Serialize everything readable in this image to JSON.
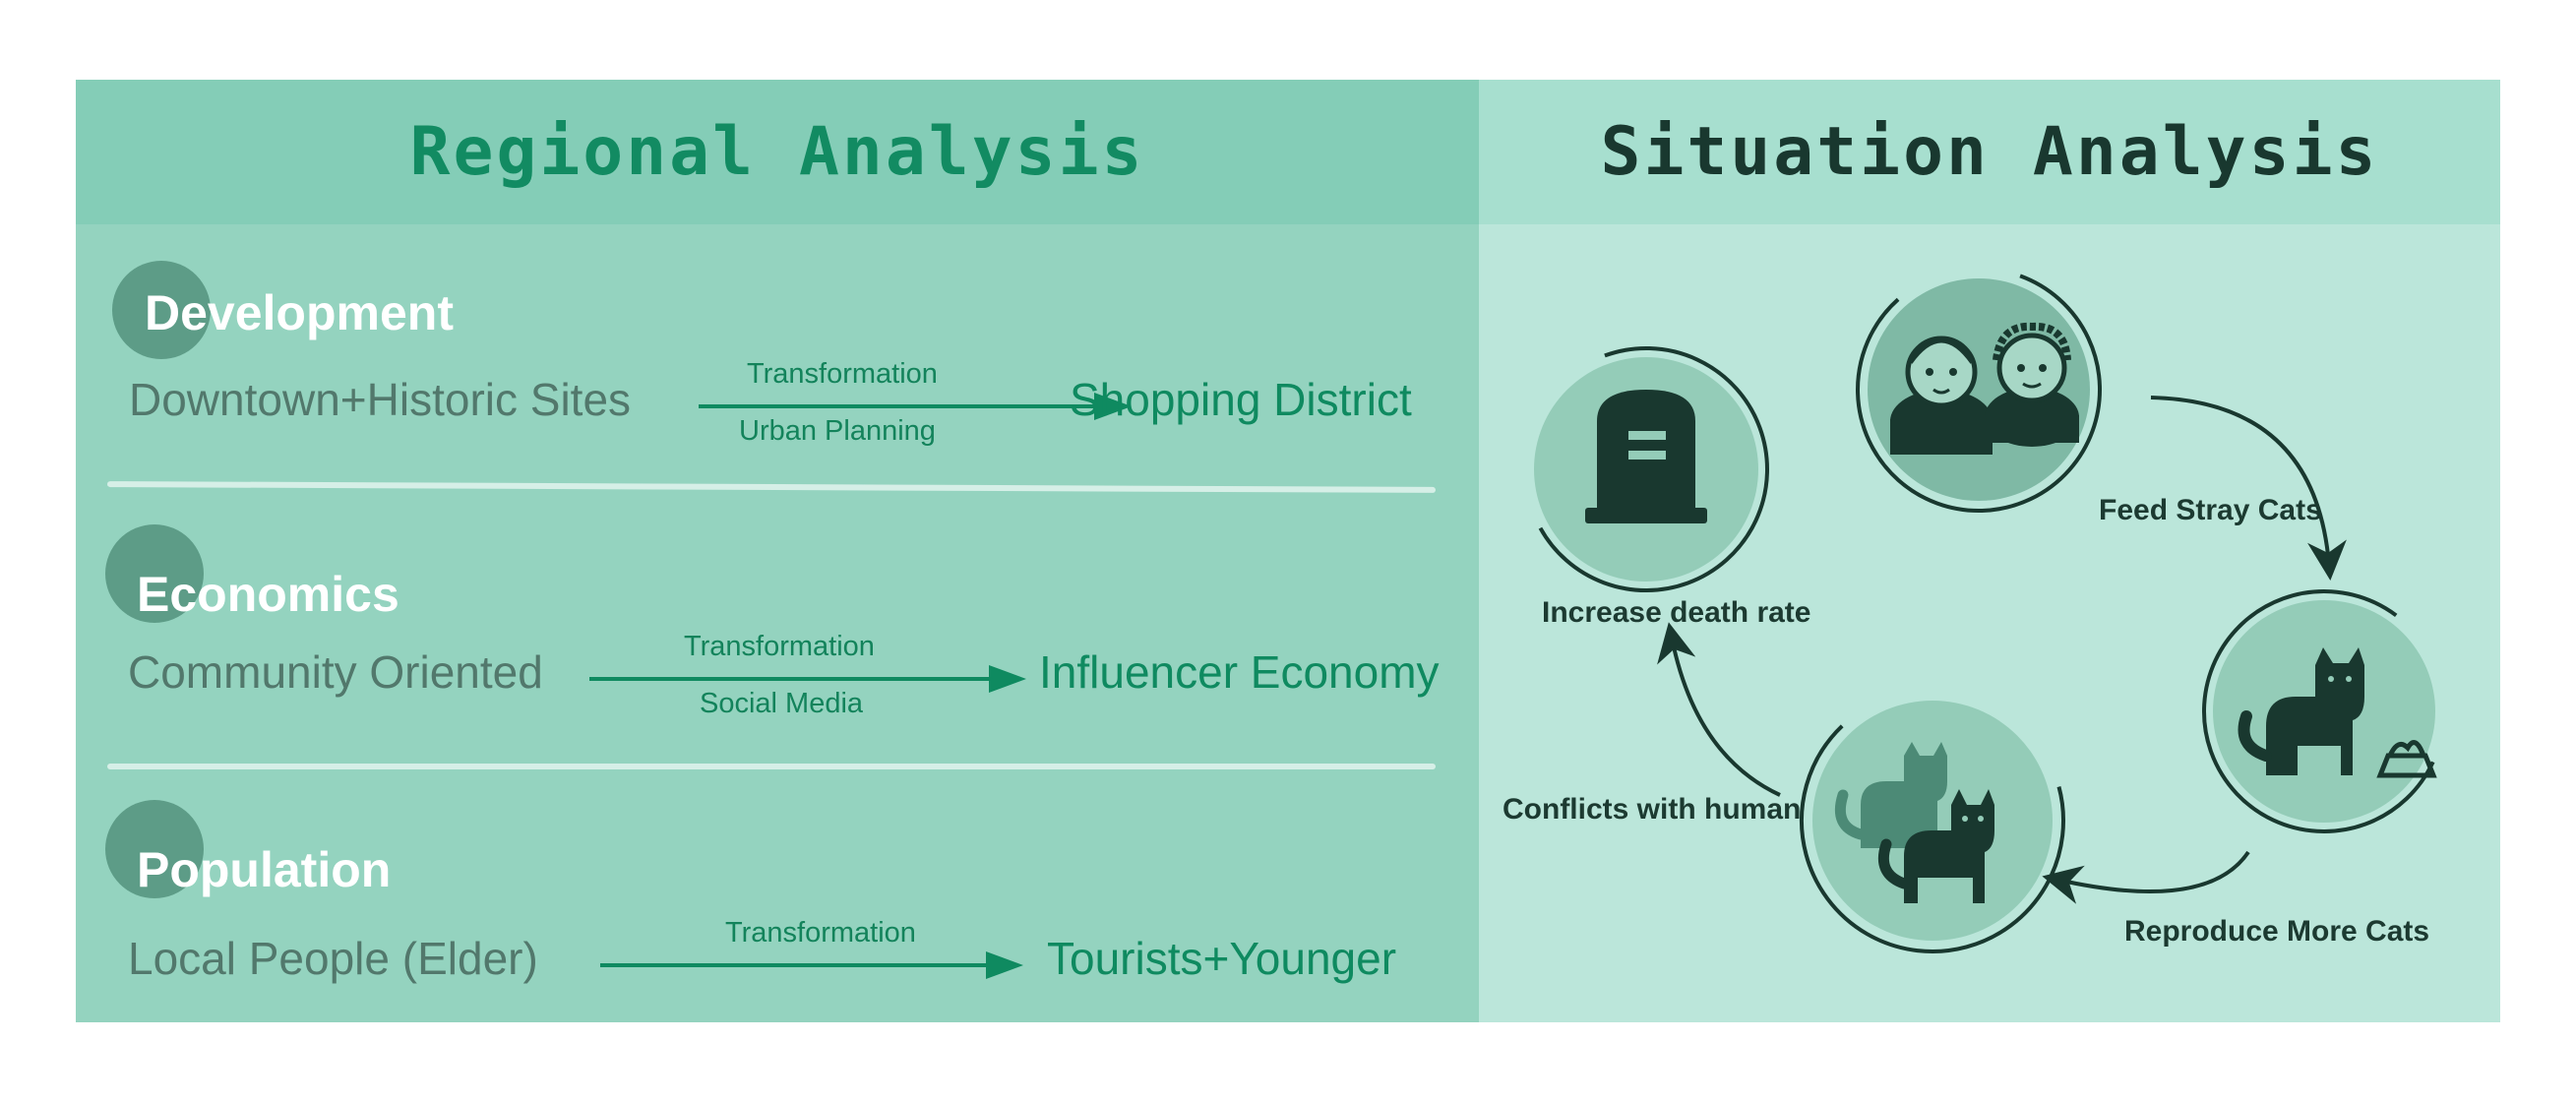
{
  "regional": {
    "title": "Regional Analysis",
    "rows": [
      {
        "category": "Development",
        "source": "Downtown+Historic Sites",
        "label_top": "Transformation",
        "label_bottom": "Urban Planning",
        "target": "Shopping District"
      },
      {
        "category": "Economics",
        "source": "Community Oriented",
        "label_top": "Transformation",
        "label_bottom": "Social Media",
        "target": "Influencer Economy"
      },
      {
        "category": "Population",
        "source": "Local People (Elder)",
        "label_top": "Transformation",
        "target": "Tourists+Younger"
      }
    ]
  },
  "situation": {
    "title": "Situation Analysis",
    "steps": [
      {
        "label": "Feed Stray Cats",
        "icon": "elderly-people-icon"
      },
      {
        "label": "Reproduce More Cats",
        "icon": "cat-with-food-bowl-icon"
      },
      {
        "label": "Conflicts with human",
        "icon": "two-cats-icon"
      },
      {
        "label": "Increase death rate",
        "icon": "tombstone-icon"
      }
    ]
  },
  "colors": {
    "accent": "#0f8a60",
    "dark": "#19382f",
    "panel_left": "#94d3bf",
    "panel_right": "#bbe6da"
  }
}
